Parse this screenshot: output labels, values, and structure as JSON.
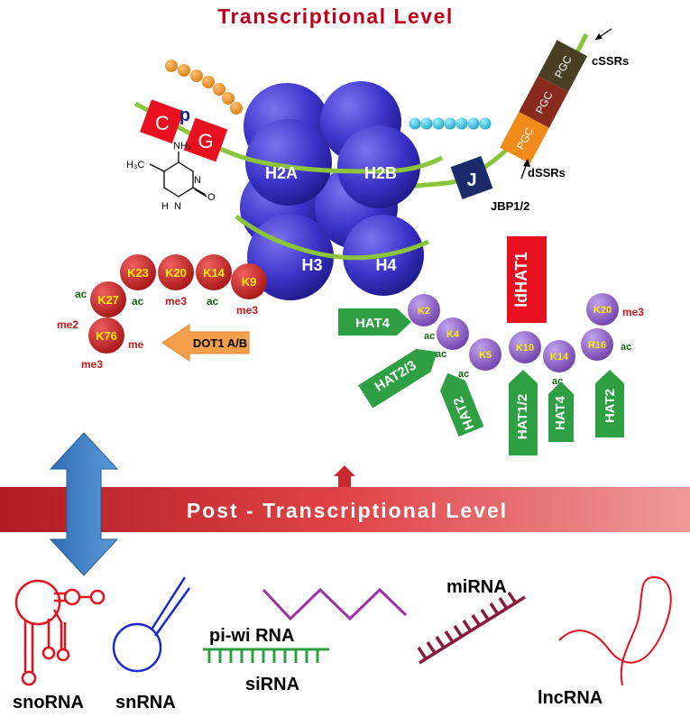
{
  "title": "Transcriptional Level",
  "banner": "Post - Transcriptional Level",
  "cpg": {
    "c": "C",
    "p": "p",
    "g": "G"
  },
  "cytosine_label": "NH2 / H3C",
  "histones": {
    "h2a": "H2A",
    "h2b": "H2B",
    "h3": "H3",
    "h4": "H4"
  },
  "dna_blocks": [
    "PGC",
    "PGC",
    "PGC"
  ],
  "cssrs": "cSSRs",
  "dssrs": "dSSRs",
  "j_box": "J",
  "jbp": "JBP1/2",
  "ldhat": "ldHAT1",
  "dot1": "DOT1 A/B",
  "left_residues": {
    "k23": "K23",
    "k20": "K20",
    "k14": "K14",
    "k9": "K9",
    "k27": "K27",
    "k76": "K76"
  },
  "left_marks": {
    "ac_k27": "ac",
    "ac_k23": "ac",
    "me3_k20": "me3",
    "ac_k14": "ac",
    "me3_k9": "me3",
    "me2_k27": "me2",
    "me_k76": "me",
    "me3_k76": "me3"
  },
  "right_residues": {
    "k2": "K2",
    "k4": "K4",
    "k5": "K5",
    "k10": "K10",
    "k14": "K14",
    "r16": "R16",
    "k20": "K20"
  },
  "right_marks": {
    "ac_k2": "ac",
    "ac_k4": "ac",
    "ac_k5": "ac",
    "ac_k14": "ac",
    "ac_r16": "ac",
    "me3_k20": "me3"
  },
  "hats": {
    "hat4_left": "HAT4",
    "hat23": "HAT2/3",
    "hat2_a": "HAT2",
    "hat12": "HAT1/2",
    "hat4_b": "HAT4",
    "hat2_b": "HAT2"
  },
  "rnas": {
    "snorna": "snoRNA",
    "snrna": "snRNA",
    "piwi": "pi-wi RNA",
    "sirna": "siRNA",
    "mirna": "miRNA",
    "lncrna": "lncRNA"
  },
  "colors": {
    "title": "#c0001a",
    "histone": "#3a33c8",
    "red_block": "#e8101e",
    "residue_red": "#c41a1a",
    "residue_purple": "#8a5bc8",
    "hat_green": "#2ea043",
    "banner": "#c8282e",
    "arrow_blue": "#3d7cc4",
    "dot1_orange": "#f4a04a",
    "dna_green": "#8cc43c"
  }
}
